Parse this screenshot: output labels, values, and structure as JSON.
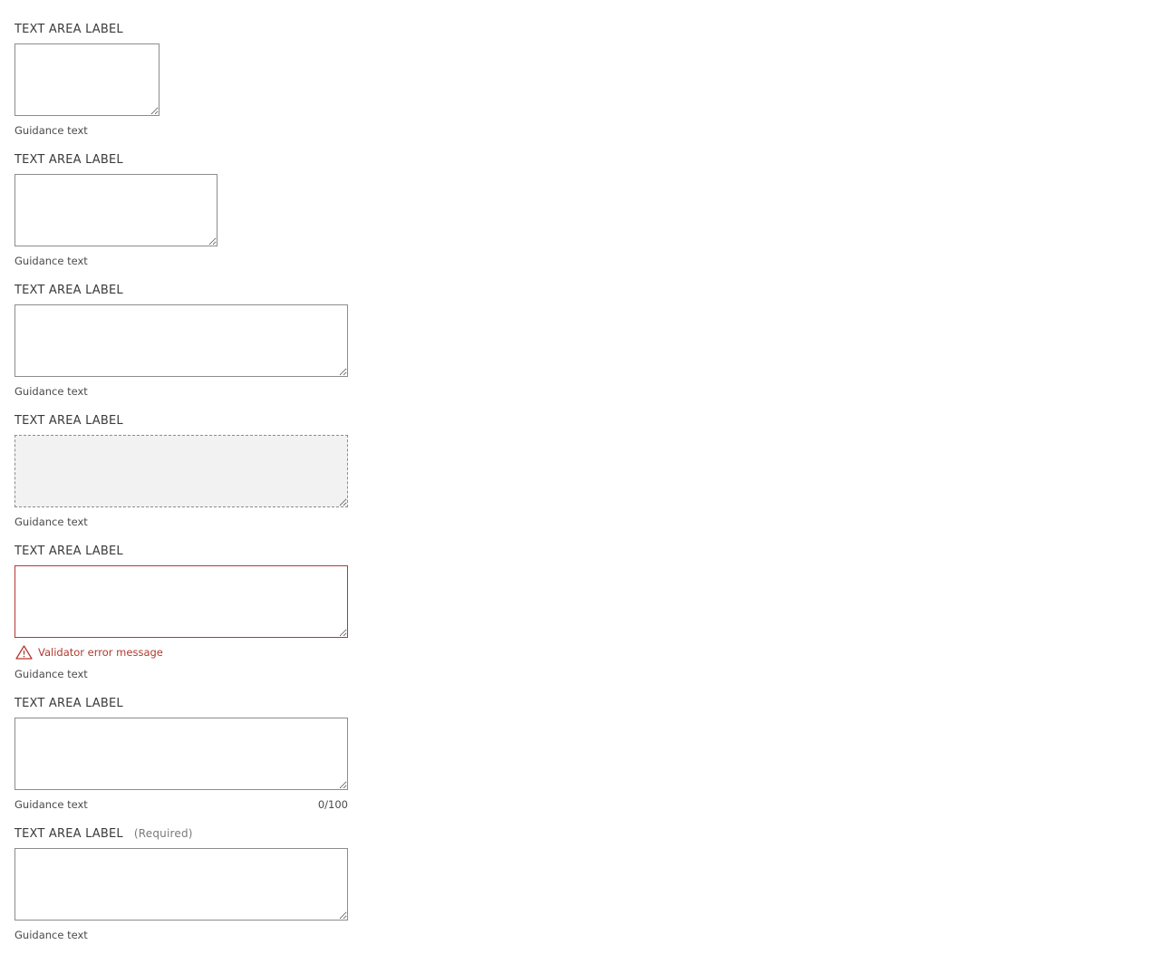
{
  "fields": [
    {
      "label": "TEXT AREA LABEL",
      "value": "",
      "guidance": "Guidance text"
    },
    {
      "label": "TEXT AREA LABEL",
      "value": "",
      "guidance": "Guidance text"
    },
    {
      "label": "TEXT AREA LABEL",
      "value": "",
      "guidance": "Guidance text"
    },
    {
      "label": "TEXT AREA LABEL",
      "value": "",
      "guidance": "Guidance text",
      "disabled": true
    },
    {
      "label": "TEXT AREA LABEL",
      "value": "",
      "guidance": "Guidance text",
      "error": "Validator error message"
    },
    {
      "label": "TEXT AREA LABEL",
      "value": "",
      "guidance": "Guidance text",
      "counter": "0/100"
    },
    {
      "label": "TEXT AREA LABEL",
      "required": "(Required)",
      "value": "",
      "guidance": "Guidance text"
    }
  ],
  "colors": {
    "border": "#8c8c8c",
    "error": "#b03a2e",
    "disabled_bg": "#f2f2f2"
  },
  "icons": {
    "error": "warning-triangle-icon"
  }
}
